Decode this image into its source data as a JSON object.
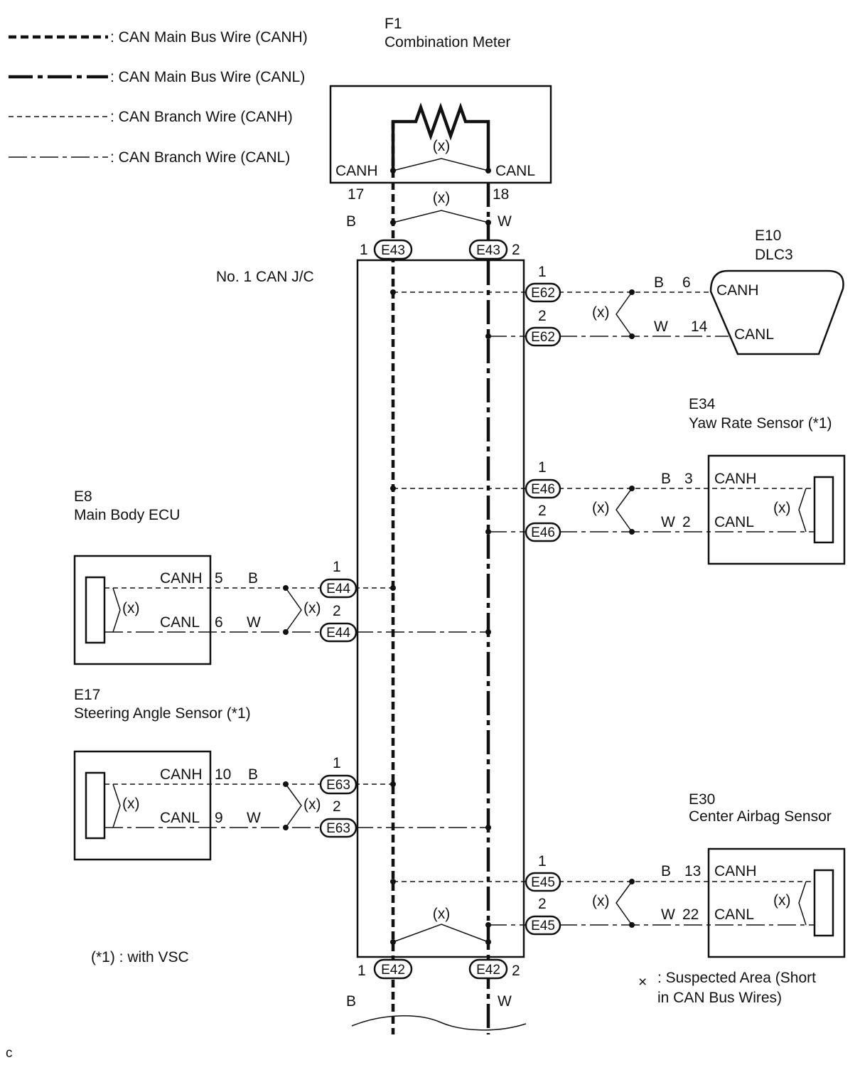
{
  "legend": {
    "main_canh": ": CAN Main Bus Wire (CANH)",
    "main_canl": ": CAN Main Bus Wire (CANL)",
    "branch_canh": ": CAN Branch Wire (CANH)",
    "branch_canl": ": CAN Branch Wire (CANL)"
  },
  "combination_meter": {
    "code": "F1",
    "name": "Combination Meter",
    "canh": "CANH",
    "canl": "CANL",
    "pin_h": "17",
    "pin_l": "18",
    "short": "(x)"
  },
  "junction": {
    "name": "No. 1 CAN J/C",
    "short": "(x)"
  },
  "top_bus": {
    "color_h": "B",
    "color_l": "W",
    "short": "(x)",
    "conn": "E43",
    "pin_h": "1",
    "pin_l": "2"
  },
  "bottom_bus": {
    "color_h": "B",
    "color_l": "W",
    "conn": "E42",
    "pin_h": "1",
    "pin_l": "2"
  },
  "dlc3": {
    "code": "E10",
    "name": "DLC3",
    "conn": "E62",
    "jc_pin_h": "1",
    "jc_pin_l": "2",
    "color_h": "B",
    "color_l": "W",
    "pin_h": "6",
    "pin_l": "14",
    "canh": "CANH",
    "canl": "CANL",
    "short": "(x)"
  },
  "yaw_rate": {
    "code": "E34",
    "name": "Yaw Rate Sensor (*1)",
    "conn": "E46",
    "jc_pin_h": "1",
    "jc_pin_l": "2",
    "color_h": "B",
    "color_l": "W",
    "pin_h": "3",
    "pin_l": "2",
    "canh": "CANH",
    "canl": "CANL",
    "short": "(x)",
    "short_inner": "(x)"
  },
  "main_body": {
    "code": "E8",
    "name": "Main Body ECU",
    "conn": "E44",
    "jc_pin_h": "1",
    "jc_pin_l": "2",
    "color_h": "B",
    "color_l": "W",
    "pin_h": "5",
    "pin_l": "6",
    "canh": "CANH",
    "canl": "CANL",
    "short": "(x)",
    "short_inner": "(x)"
  },
  "steering": {
    "code": "E17",
    "name": "Steering Angle Sensor (*1)",
    "conn": "E63",
    "jc_pin_h": "1",
    "jc_pin_l": "2",
    "color_h": "B",
    "color_l": "W",
    "pin_h": "10",
    "pin_l": "9",
    "canh": "CANH",
    "canl": "CANL",
    "short": "(x)",
    "short_inner": "(x)"
  },
  "airbag": {
    "code": "E30",
    "name": "Center Airbag Sensor",
    "conn": "E45",
    "jc_pin_h": "1",
    "jc_pin_l": "2",
    "color_h": "B",
    "color_l": "W",
    "pin_h": "13",
    "pin_l": "22",
    "canh": "CANH",
    "canl": "CANL",
    "short": "(x)",
    "short_inner": "(x)"
  },
  "notes": {
    "vsc": "(*1) : with VSC",
    "suspected_mark": "×",
    "suspected_1": ": Suspected Area (Short",
    "suspected_2": "in CAN Bus Wires)",
    "corner": "c"
  }
}
